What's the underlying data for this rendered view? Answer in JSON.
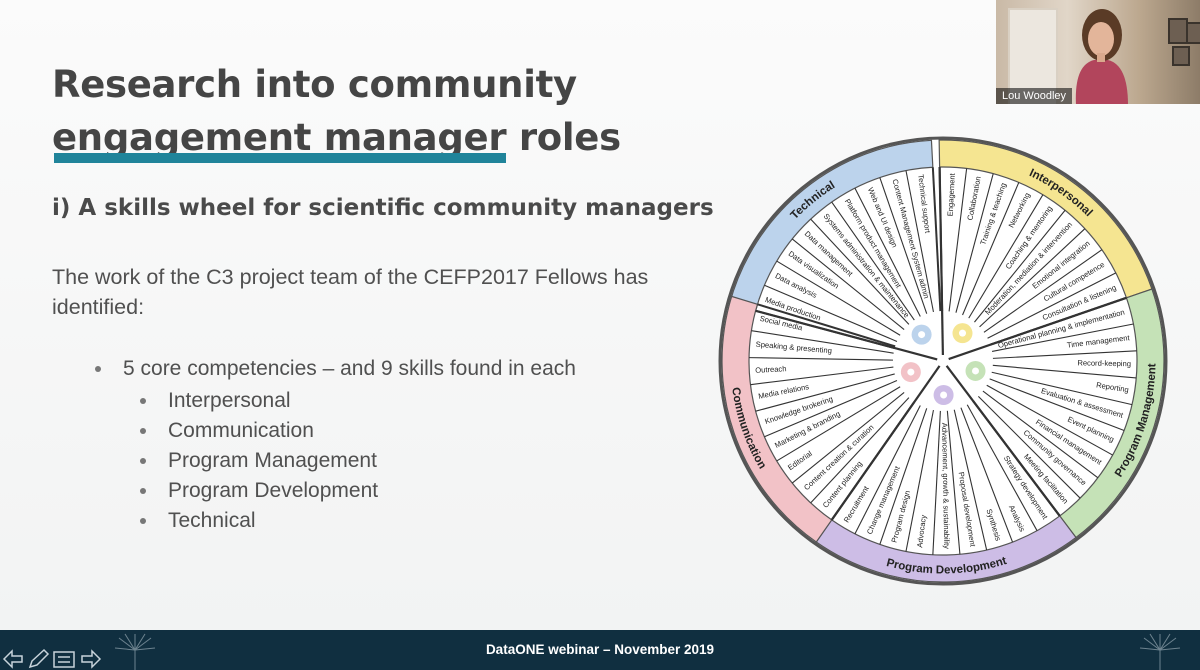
{
  "slide": {
    "title_lines": [
      "Research into community",
      "engagement manager roles"
    ],
    "subtitle": "i) A skills wheel for scientific community managers",
    "intro": "The work of the C3 project team of the CEFP2017 Fellows has identified:",
    "bullet": "5 core competencies – and 9 skills found in each",
    "sub_bullets": [
      "Interpersonal",
      "Communication",
      "Program Management",
      "Program Development",
      "Technical"
    ]
  },
  "video": {
    "participant_name": "Lou Woodley"
  },
  "footer": {
    "text": "DataONE webinar – November 2019"
  },
  "controls": [
    "back-arrow-icon",
    "pen-icon",
    "menu-icon",
    "forward-arrow-icon"
  ],
  "wheel": {
    "colors": {
      "Technical": "#bcd3ec",
      "Interpersonal": "#f5e591",
      "Program Management": "#c5e2b7",
      "Program Development": "#cdbde6",
      "Communication": "#f2c2c7"
    },
    "categories": [
      {
        "name": "Technical",
        "skills": [
          "Media production",
          "Data analysis",
          "Data visualization",
          "Data management",
          "Systems administration & maintenance",
          "Platform product management",
          "Web and UI design",
          "Content Management System admin",
          "Technical support"
        ]
      },
      {
        "name": "Interpersonal",
        "skills": [
          "Engagement",
          "Collaboration",
          "Training & teaching",
          "Networking",
          "Coaching & mentoring",
          "Moderation, mediation & intervention",
          "Emotional integration",
          "Cultural competence",
          "Consultation & listening"
        ]
      },
      {
        "name": "Program Management",
        "skills": [
          "Operational planning & implementation",
          "Time management",
          "Record-keeping",
          "Reporting",
          "Evaluation & assessment",
          "Event planning",
          "Financial management",
          "Community governance",
          "Meeting facilitation"
        ]
      },
      {
        "name": "Program Development",
        "skills": [
          "Strategy development",
          "Analysis",
          "Synthesis",
          "Proposal development",
          "Advancement, growth & sustainability",
          "Advocacy",
          "Program design",
          "Change management",
          "Recruitment"
        ]
      },
      {
        "name": "Communication",
        "skills": [
          "Content planning",
          "Content creation & curation",
          "Editorial",
          "Marketing & branding",
          "Knowledge brokering",
          "Media relations",
          "Outreach",
          "Speaking & presenting",
          "Social media"
        ]
      }
    ]
  }
}
